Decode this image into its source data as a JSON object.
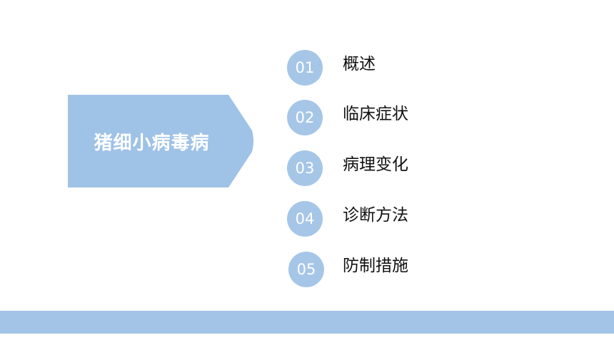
{
  "title": "猪细小病毒病",
  "colors": {
    "accent": "#9fc2e7",
    "circle": "#a6c6e8",
    "bar": "#a3c4e6",
    "text": "#111111"
  },
  "toc": [
    {
      "num": "01",
      "label": "概述"
    },
    {
      "num": "02",
      "label": "临床症状"
    },
    {
      "num": "03",
      "label": "病理变化"
    },
    {
      "num": "04",
      "label": "诊断方法"
    },
    {
      "num": "05",
      "label": "防制措施"
    }
  ]
}
